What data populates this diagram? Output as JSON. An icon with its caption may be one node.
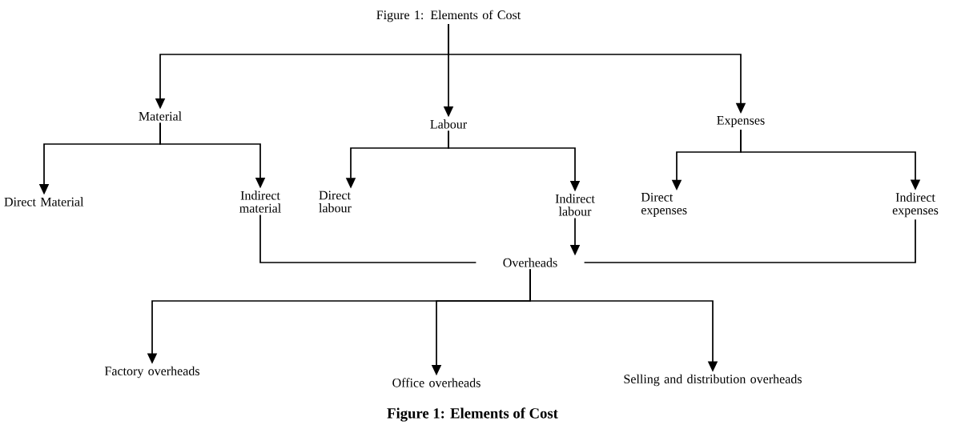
{
  "diagram": {
    "caption": "Figure 1: Elements of Cost",
    "nodes": [
      {
        "text": [
          "Figure 1: Elements of Cost"
        ]
      },
      {
        "text": [
          "Material"
        ]
      },
      {
        "text": [
          "Labour"
        ]
      },
      {
        "text": [
          "Expenses"
        ]
      },
      {
        "text": [
          "Direct Material"
        ]
      },
      {
        "text": [
          "Indirect material"
        ]
      },
      {
        "text": [
          "Direct labour"
        ]
      },
      {
        "text": [
          "Indirect labour"
        ]
      },
      {
        "text": [
          "Direct expenses"
        ]
      },
      {
        "text": [
          "Indirect expenses"
        ]
      },
      {
        "text": [
          "Overheads"
        ]
      },
      {
        "text": [
          "Factory overheads"
        ]
      },
      {
        "text": [
          "Office overheads"
        ]
      },
      {
        "text": [
          "Selling and distribution overheads"
        ]
      }
    ],
    "edges": [
      {
        "from": 0,
        "to": 1,
        "arrow": "to"
      },
      {
        "from": 0,
        "to": 2,
        "arrow": "to"
      },
      {
        "from": 0,
        "to": 3,
        "arrow": "to"
      },
      {
        "from": 1,
        "to": 4,
        "arrow": "to"
      },
      {
        "from": 1,
        "to": 5,
        "arrow": "to"
      },
      {
        "from": 2,
        "to": 6,
        "arrow": "to"
      },
      {
        "from": 2,
        "to": 7,
        "arrow": "to"
      },
      {
        "from": 3,
        "to": 8,
        "arrow": "to"
      },
      {
        "from": 3,
        "to": 9,
        "arrow": "to"
      },
      {
        "from": 5,
        "to": 10,
        "arrow": "none"
      },
      {
        "from": 7,
        "to": 10,
        "arrow": "to"
      },
      {
        "from": 9,
        "to": 10,
        "arrow": "none"
      },
      {
        "from": 10,
        "to": 11,
        "arrow": "to"
      },
      {
        "from": 10,
        "to": 12,
        "arrow": "to"
      },
      {
        "from": 10,
        "to": 13,
        "arrow": "to"
      }
    ]
  }
}
